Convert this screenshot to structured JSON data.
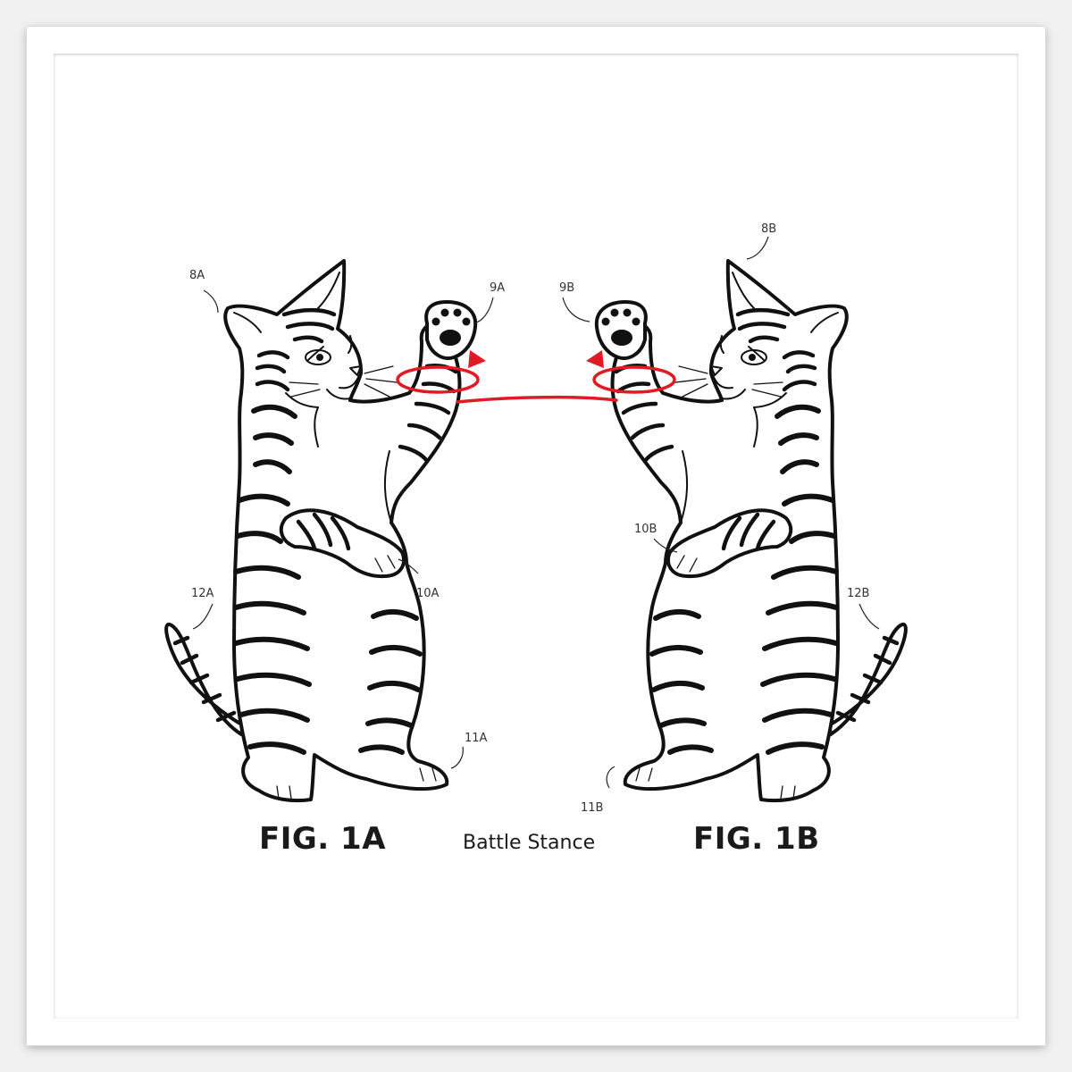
{
  "figures": {
    "left_title": "FIG. 1A",
    "right_title": "FIG. 1B",
    "caption": "Battle Stance"
  },
  "callouts": {
    "a_8": "8A",
    "a_9": "9A",
    "a_10": "10A",
    "a_11": "11A",
    "a_12": "12A",
    "b_8": "8B",
    "b_9": "9B",
    "b_10": "10B",
    "b_11": "11B",
    "b_12": "12B"
  },
  "colors": {
    "frame": "#ffffff",
    "ink": "#111111",
    "motion_arrow": "#e01b24"
  }
}
